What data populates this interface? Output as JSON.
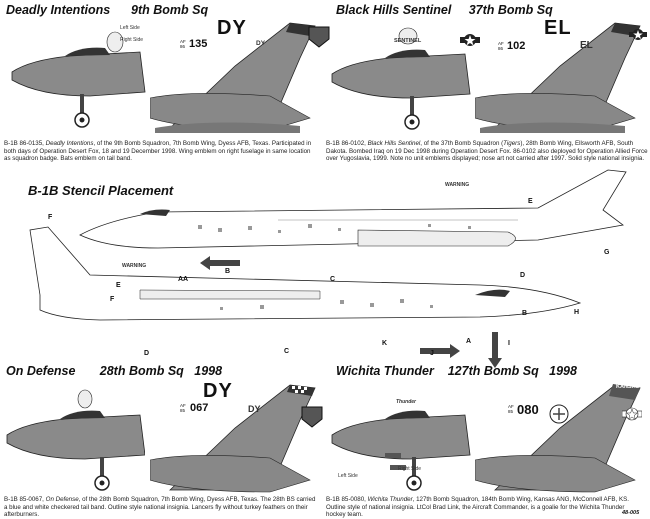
{
  "sections": {
    "deadly": {
      "title": "Deadly Intentions",
      "squadron": "9th Bomb Sq",
      "tail_code": "DY",
      "serial": "135",
      "serial_prefix": "AF\n86",
      "left_side": "Left Side",
      "right_side": "Right Side",
      "caption_serial": "B-1B 86-0135,",
      "caption_name": "Deadly Intentions",
      "caption_rest": ", of the 9th Bomb Squadron, 7th Bomb Wing, Dyess AFB, Texas. Participated in both days of Operation Desert Fox, 18 and 19 December 1998. Wing emblem on right fuselage in same location as squadron badge. Bats emblem on tail band."
    },
    "blackhills": {
      "title": "Black Hills Sentinel",
      "squadron": "37th Bomb Sq",
      "tail_code": "EL",
      "serial": "102",
      "serial_prefix": "AF\n86",
      "nose_label": "SENTINEL",
      "caption_serial": "B-1B 86-0102,",
      "caption_name": "Black Hills Sentinel",
      "caption_mid": ", of the 37th Bomb Squadron (",
      "caption_tigers": "Tigers",
      "caption_rest": "), 28th Bomb Wing, Ellsworth AFB, South Dakota. Bombed Iraq on 19 Dec 1998 during Operation Desert Fox. 86-0102 also deployed for Operation Allied Force over Yugoslavia, 1999. Note no unit emblems displayed; nose art not carried after 1997. Solid style national insignia."
    },
    "stencil": {
      "title": "B-1B Stencil Placement",
      "warning_top": "WARNING",
      "warning_left": "WARNING",
      "callouts": [
        "F",
        "E",
        "AA",
        "B",
        "C",
        "D",
        "G",
        "H",
        "K",
        "J",
        "A",
        "I",
        "E",
        "F",
        "D",
        "C",
        "B"
      ]
    },
    "defense": {
      "title": "On Defense",
      "squadron": "28th Bomb Sq",
      "year": "1998",
      "tail_code": "DY",
      "serial": "067",
      "serial_prefix": "AF\n85",
      "caption_serial": "B-1B 85-0067,",
      "caption_name": "On Defense",
      "caption_rest": ", of the 28th Bomb Squadron, 7th Bomb Wing, Dyess AFB, Texas. The 28th BS carried a blue and white checkered tail band. Outline style national insignia. Lancers fly without turkey feathers on their afterburners."
    },
    "wichita": {
      "title": "Wichita Thunder",
      "squadron": "127th Bomb Sq",
      "year": "1998",
      "serial": "080",
      "serial_prefix": "AF\n85",
      "tail_band": "KANSAS",
      "left_side": "Left Side",
      "right_side": "Right Side",
      "nose_label": "Thunder",
      "caption_serial": "B-1B 85-0080,",
      "caption_name": "Wichita Thunder",
      "caption_rest": ", 127th Bomb Squadron, 184th Bomb Wing, Kansas ANG, McConnell AFB, KS. Outline style of national insignia. LtCol Brad Link, the Aircraft Commander, is a goalie for the Wichita Thunder hockey team."
    }
  },
  "footer": {
    "sheet_id": "48-005"
  },
  "colors": {
    "ink": "#111111",
    "gray": "#8a8a8a",
    "dark": "#555555",
    "light": "#d6d6d6"
  }
}
